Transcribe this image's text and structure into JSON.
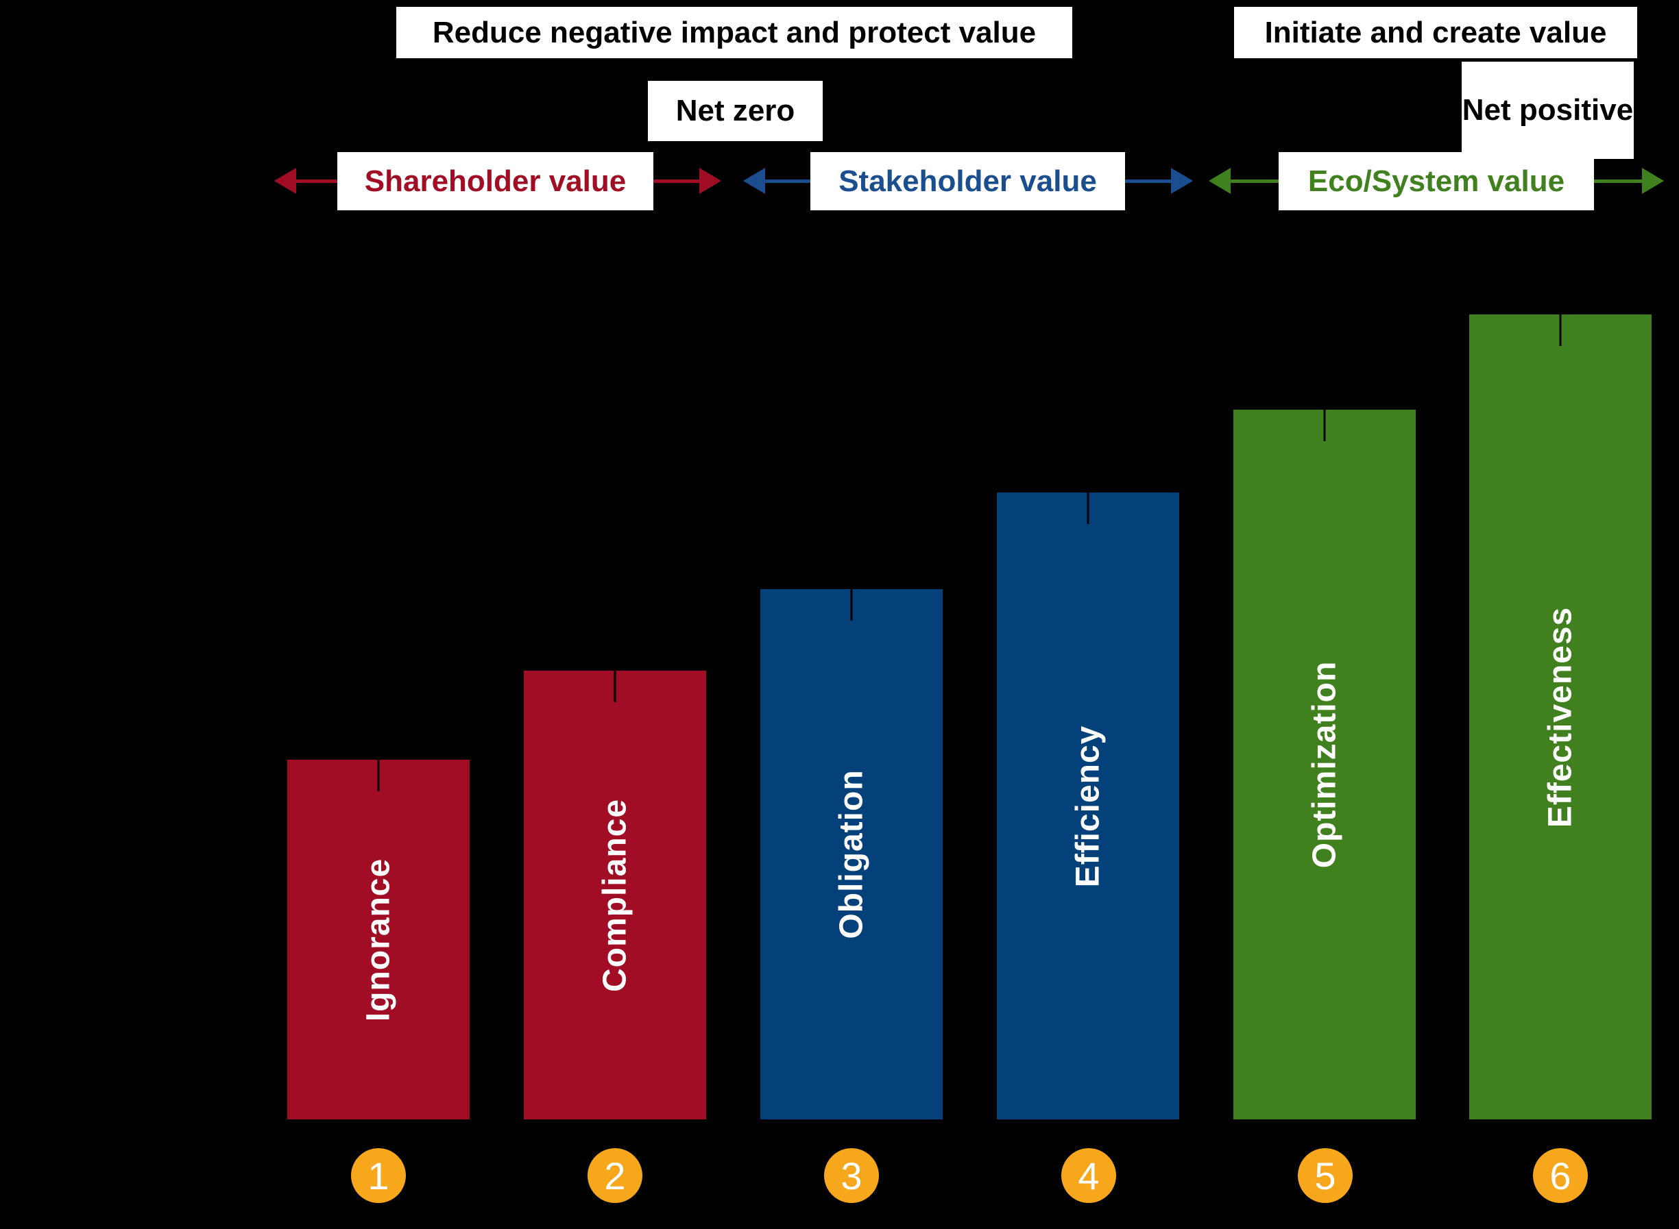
{
  "title_banners": {
    "reduce": "Reduce negative impact and protect value",
    "initiate": "Initiate and create value",
    "net_zero": "Net zero",
    "net_positive": "Net positive"
  },
  "value_ranges": [
    {
      "label": "Shareholder value",
      "color": "#A10D24"
    },
    {
      "label": "Stakeholder value",
      "color": "#1A4E8F"
    },
    {
      "label": "Eco/System value",
      "color": "#41801F"
    }
  ],
  "maturity_stages": [
    {
      "number": "1",
      "label": "Ignorance",
      "color": "#A10D24",
      "value_range": "Shareholder value"
    },
    {
      "number": "2",
      "label": "Compliance",
      "color": "#A10D24",
      "value_range": "Shareholder value"
    },
    {
      "number": "3",
      "label": "Obligation",
      "color": "#04407A",
      "value_range": "Stakeholder value"
    },
    {
      "number": "4",
      "label": "Efficiency",
      "color": "#04407A",
      "value_range": "Stakeholder value"
    },
    {
      "number": "5",
      "label": "Optimization",
      "color": "#41801F",
      "value_range": "Eco/System value"
    },
    {
      "number": "6",
      "label": "Effectiveness",
      "color": "#41801F",
      "value_range": "Eco/System value"
    }
  ],
  "colors": {
    "background": "#000000",
    "banner_bg": "#FFFFFF",
    "banner_text": "#000000",
    "bar_red": "#A10D24",
    "bar_blue": "#04407A",
    "bar_green": "#41801F",
    "arrow_blue": "#1A4E8F",
    "circle_orange": "#F7A71C",
    "bar_label_text": "#FFFFFF"
  }
}
